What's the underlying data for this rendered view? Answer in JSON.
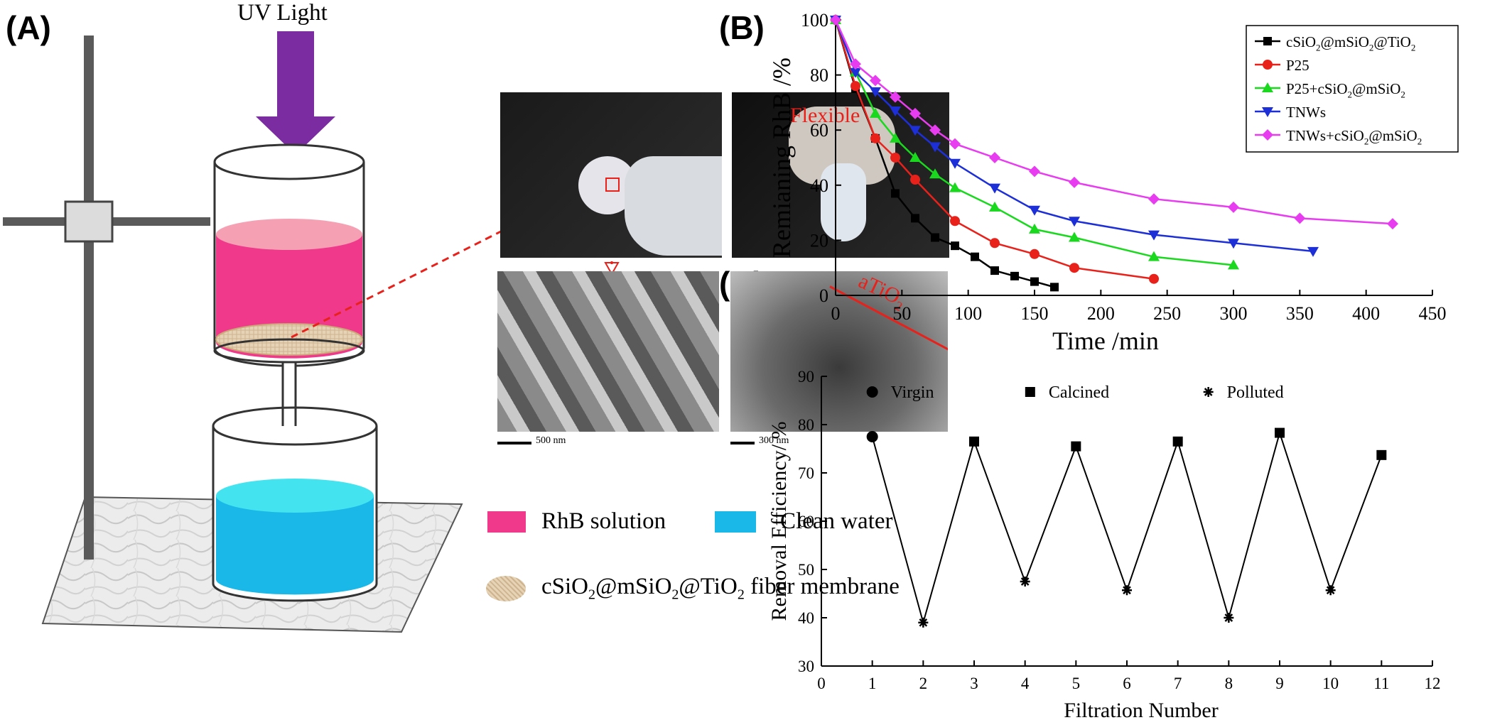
{
  "panels": {
    "a": "(A)",
    "b": "(B)",
    "c": "(C)"
  },
  "apparatus": {
    "uv_label": "UV Light",
    "photo_flexible": "Flexible",
    "photo_atio2": "aTiO",
    "photo_atio2_sub": "2",
    "scale1": "500 nm",
    "scale2": "300 nm",
    "legend": {
      "rhb": "RhB solution",
      "clean": "Clean water",
      "membrane_pre": "cSiO",
      "membrane_mid1": "@mSiO",
      "membrane_mid2": "@TiO",
      "membrane_post": " fiber membrane",
      "sub": "2"
    },
    "colors": {
      "rhb": "#f0398a",
      "clean": "#19b8e8",
      "membrane": "#e6d2b4",
      "uv": "#7a2ca0"
    }
  },
  "chart_data": [
    {
      "type": "line",
      "panel": "B",
      "xlabel": "Time /min",
      "ylabel": "Remianing RhB /%",
      "xlim": [
        0,
        450
      ],
      "ylim": [
        0,
        100
      ],
      "xticks": [
        0,
        50,
        100,
        150,
        200,
        250,
        300,
        350,
        400,
        450
      ],
      "yticks": [
        0,
        20,
        40,
        60,
        80,
        100
      ],
      "legend_position": "top-right",
      "series": [
        {
          "label_main": "cSiO",
          "label_parts": [
            "cSiO",
            "2",
            "@mSiO",
            "2",
            "@TiO",
            "2"
          ],
          "color": "#000000",
          "marker": "square",
          "x": [
            0,
            15,
            30,
            45,
            60,
            75,
            90,
            105,
            120,
            135,
            150,
            165
          ],
          "y": [
            100,
            75,
            57,
            37,
            28,
            21,
            18,
            14,
            9,
            7,
            5,
            3
          ]
        },
        {
          "label_parts": [
            "P25"
          ],
          "color": "#e8211b",
          "marker": "circle",
          "x": [
            0,
            15,
            30,
            45,
            60,
            90,
            120,
            150,
            180,
            240
          ],
          "y": [
            100,
            76,
            57,
            50,
            42,
            27,
            19,
            15,
            10,
            6
          ]
        },
        {
          "label_parts": [
            "P25+cSiO",
            "2",
            "@mSiO",
            "2"
          ],
          "color": "#19d81e",
          "marker": "triangle-up",
          "x": [
            0,
            15,
            30,
            45,
            60,
            75,
            90,
            120,
            150,
            180,
            240,
            300
          ],
          "y": [
            100,
            81,
            66,
            57,
            50,
            44,
            39,
            32,
            24,
            21,
            14,
            11
          ]
        },
        {
          "label_parts": [
            "TNWs"
          ],
          "color": "#1d2fd6",
          "marker": "triangle-down",
          "x": [
            0,
            15,
            30,
            45,
            60,
            75,
            90,
            120,
            150,
            180,
            240,
            300,
            360
          ],
          "y": [
            100,
            81,
            74,
            67,
            60,
            54,
            48,
            39,
            31,
            27,
            22,
            19,
            16
          ]
        },
        {
          "label_parts": [
            "TNWs+cSiO",
            "2",
            "@mSiO",
            "2"
          ],
          "color": "#e83cf0",
          "marker": "diamond",
          "x": [
            0,
            15,
            30,
            45,
            60,
            75,
            90,
            120,
            150,
            180,
            240,
            300,
            350,
            420
          ],
          "y": [
            100,
            84,
            78,
            72,
            66,
            60,
            55,
            50,
            45,
            41,
            35,
            32,
            28,
            26
          ]
        }
      ]
    },
    {
      "type": "line",
      "panel": "C",
      "xlabel": "Filtration Number",
      "ylabel": "Removal Efficiency/ %",
      "xlim": [
        0,
        12
      ],
      "ylim": [
        30,
        90
      ],
      "xticks": [
        0,
        1,
        2,
        3,
        4,
        5,
        6,
        7,
        8,
        9,
        10,
        11,
        12
      ],
      "yticks": [
        30,
        40,
        50,
        60,
        70,
        80,
        90
      ],
      "legend": [
        "Virgin",
        "Calcined",
        "Polluted"
      ],
      "legend_position": "top",
      "x": [
        1,
        2,
        3,
        4,
        5,
        6,
        7,
        8,
        9,
        10,
        11
      ],
      "y": [
        77.5,
        39,
        76.5,
        47.5,
        75.5,
        45.7,
        76.5,
        40,
        78.3,
        45.7,
        73.7
      ],
      "kinds": [
        "Virgin",
        "Polluted",
        "Calcined",
        "Polluted",
        "Calcined",
        "Polluted",
        "Calcined",
        "Polluted",
        "Calcined",
        "Polluted",
        "Calcined"
      ]
    }
  ]
}
